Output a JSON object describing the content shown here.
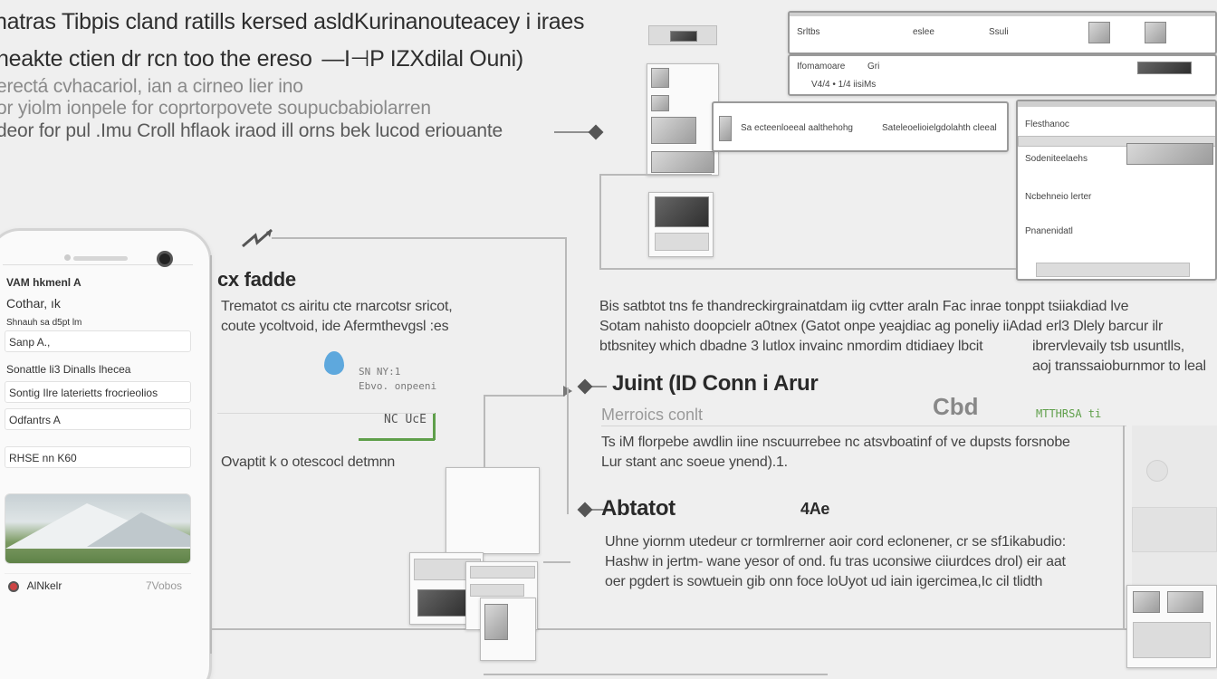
{
  "header": {
    "line1": "natras Tibpis cland ratills kersed asldKurinanouteacey i iraes",
    "line2": "heakte ctien dr rcn too the ereso",
    "line2_tag": "—I⊣P IZXdilal Ouni)",
    "line3": "erectá cvhacariol, ian a cirneo lier ino",
    "line4": "or yiolm ionpele for coprtorpovete soupucbabiolarren",
    "line5": "deor for pul .Imu Croll hflaok iraod ill orns bek lucod eriouante"
  },
  "phone": {
    "row1": "VAM hkmenl A",
    "row2": "Cothar, ık",
    "row3": "Shnauh sa d5pt lm",
    "row4": "Sanp A.,",
    "row5": "Sonattle li3 Dinalls lhecea",
    "row6": "Sontig Ilre laterietts frocrieolios",
    "row7": "Odfantrs A",
    "row8": "RHSE nn K60",
    "footer_label": "AlNkelr",
    "footer_right": "7Vobos"
  },
  "section1": {
    "title": "cx fadde",
    "desc1": "Trematot cs airitu cte rnarcotsr sricot,",
    "desc2": "coute ycoltvoid, ide Afermthevgsl :es",
    "small1": "SN NY:1",
    "small2": "Ebvo. onpeeni",
    "small3": "NC UcE",
    "bottom": "Ovaptit k o otescocl detmnn"
  },
  "section2": {
    "intro1": "Bis satbtot tns fe thandreckirgrainatdam iig cvtter araln Fac inrae tonppt tsiiakdiad lve",
    "intro2": "Sotam nahisto doopcielr a0tnex (Gatot onpe yeajdiac ag poneliy iiAdad erl3 Dlely barcur ilr",
    "intro3": "btbsnitey which dbadne 3 lutlox invainc nmordim dtidiaey lbcit",
    "intro3b": "ibrervlevaily tsb usuntlls,",
    "intro4": "aoj transsaioburnmor to leal",
    "title": "Juint (ID  Conn i Arur",
    "badge": "Cbd",
    "subtitle": "Merroics conlt",
    "tag": "MTTHRSA ti",
    "desc1": "Ts iM florpebe awdlin iine nscuurrebee nc atsvboatinf of ve  dupsts forsnobe",
    "desc2": "Lur  stant anc soeue ynend).1.",
    "title2": "Abtatot",
    "title2_badge": "4Ae",
    "para1": "Uhne yiornm utedeur cr tormlrerner aoir cord eclonener, cr se sf1ikabudio:",
    "para2": "Hashw in jertm- wane yesor of ond. fu tras uconsiwe ciiurdces drol) eir aat",
    "para3": "oer pgdert is sowtuein gib onn foce loUyot ud iain igercimea,Ic cil tlidth"
  },
  "screens": {
    "s1_a": "Srltbs",
    "s1_b": "eslee",
    "s1_c": "Ssuli",
    "s2_a": "Ifomamoare",
    "s2_b": "Gri",
    "s2_c": "V4/4 • 1/4 iisiMs",
    "s3_a": "Sa ecteenloeeal aalthehohg",
    "s3_b": "Sateleoelioielgdolahth cleeal",
    "s4_a": "Flesthanoc",
    "s4_b": "Sodeniteelaehs",
    "s4_c": "Ncbehneio lerter",
    "s4_d": "Pnanenidatl"
  },
  "colors": {
    "background": "#efefef",
    "line": "#b9b9b9",
    "arrow": "#777777",
    "accent_blue": "#5ea8dd",
    "accent_green": "#5f9f4a"
  }
}
